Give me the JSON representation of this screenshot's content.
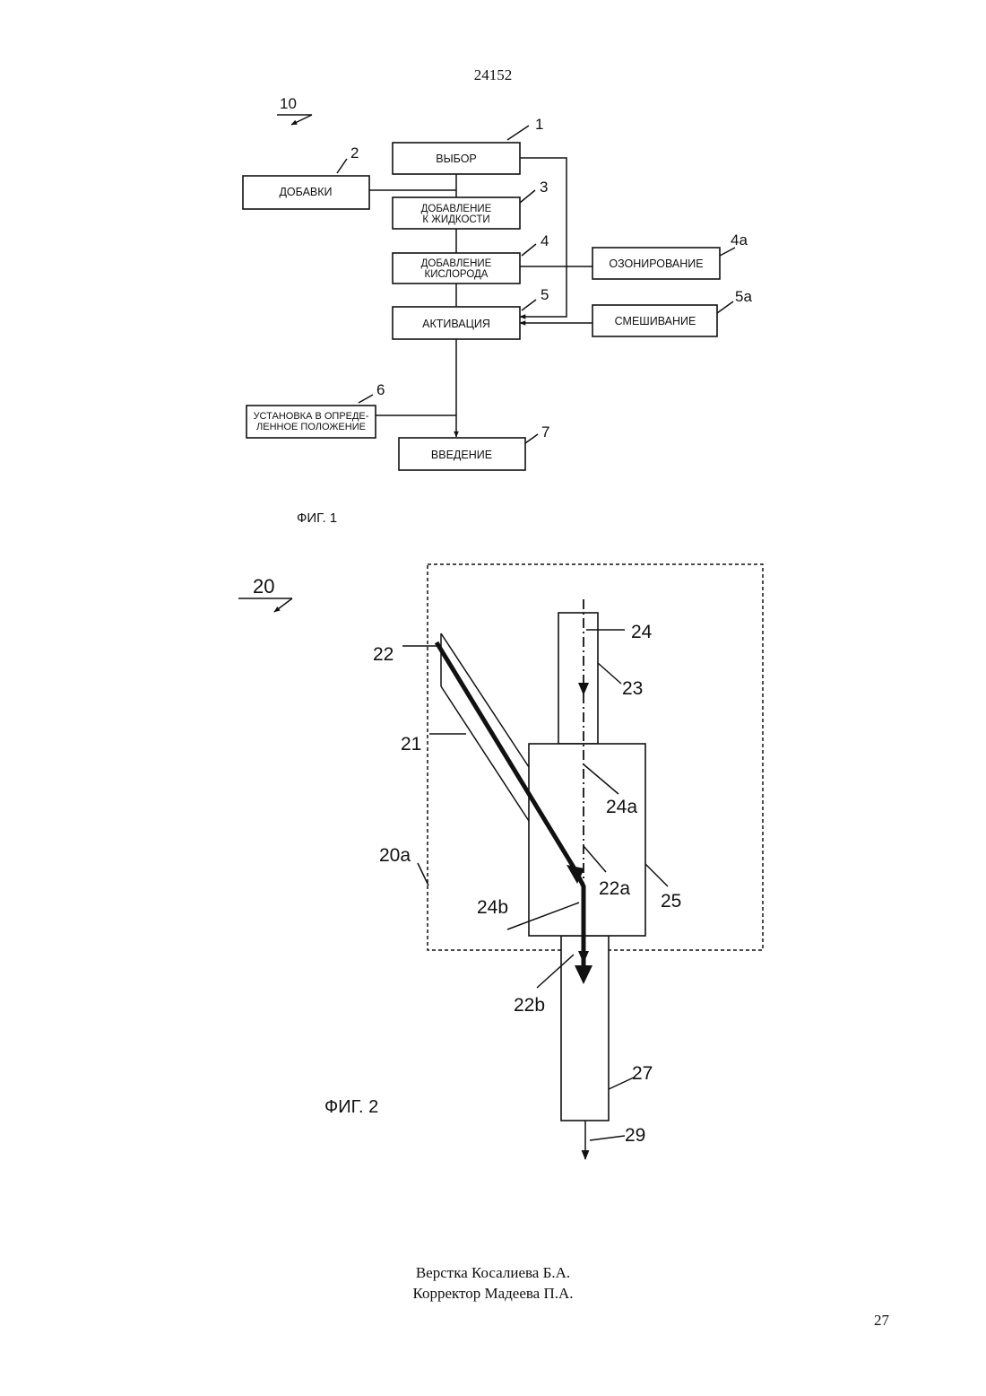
{
  "header": {
    "patent_number": "24152"
  },
  "fig1": {
    "ref": "10",
    "caption": "ФИГ. 1",
    "boxes": {
      "vybor": {
        "num": "1",
        "lines": [
          "ВЫБОР"
        ]
      },
      "dobavki": {
        "num": "2",
        "lines": [
          "ДОБАВКИ"
        ]
      },
      "liquid": {
        "num": "3",
        "lines": [
          "ДОБАВЛЕНИЕ",
          "К ЖИДКОСТИ"
        ]
      },
      "oxygen": {
        "num": "4",
        "lines": [
          "ДОБАВЛЕНИЕ",
          "КИСЛОРОДА"
        ]
      },
      "ozon": {
        "num": "4a",
        "lines": [
          "ОЗОНИРОВАНИЕ"
        ]
      },
      "activ": {
        "num": "5",
        "lines": [
          "АКТИВАЦИЯ"
        ]
      },
      "mix": {
        "num": "5a",
        "lines": [
          "СМЕШИВАНИЕ"
        ]
      },
      "position": {
        "num": "6",
        "lines": [
          "УСТАНОВКА В ОПРЕДЕ-",
          "ЛЕННОЕ ПОЛОЖЕНИЕ"
        ]
      },
      "vvedenie": {
        "num": "7",
        "lines": [
          "ВВЕДЕНИЕ"
        ]
      }
    }
  },
  "fig2": {
    "ref": "20",
    "caption": "ФИГ. 2",
    "labels": {
      "l22": "22",
      "l24": "24",
      "l23": "23",
      "l21": "21",
      "l24a": "24a",
      "l20a": "20a",
      "l22a": "22a",
      "l25": "25",
      "l24b": "24b",
      "l22b": "22b",
      "l27": "27",
      "l29": "29"
    }
  },
  "footer": {
    "line1": "Верстка Косалиева Б.А.",
    "line2": "Корректор Мадеева П.А."
  },
  "page_number": "27"
}
